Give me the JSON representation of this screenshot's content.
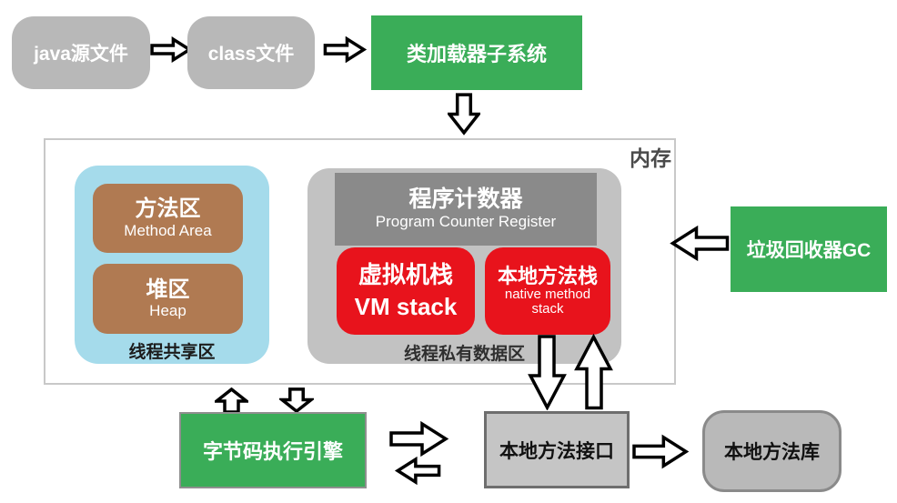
{
  "flow": {
    "java_source": "java源文件",
    "class_file": "class文件",
    "class_loader": "类加载器子系统",
    "gc": "垃圾回收器GC",
    "engine": "字节码执行引擎",
    "native_interface": "本地方法接口",
    "native_library": "本地方法库"
  },
  "memory": {
    "title": "内存",
    "shared": {
      "label": "线程共享区",
      "method_area_zh": "方法区",
      "method_area_en": "Method Area",
      "heap_zh": "堆区",
      "heap_en": "Heap"
    },
    "private": {
      "label": "线程私有数据区",
      "pc_zh": "程序计数器",
      "pc_en": "Program Counter Register",
      "vm_stack_zh": "虚拟机栈",
      "vm_stack_en": "VM stack",
      "native_stack_zh": "本地方法栈",
      "native_stack_en1": "native method",
      "native_stack_en2": "stack"
    }
  },
  "colors": {
    "green": "#3aad58",
    "red": "#e8131c",
    "brown": "#b07a52",
    "light_blue": "#a5dbeb",
    "gray_box": "#b8b8b8",
    "pc_gray": "#8a8a8a",
    "container_gray": "#c2c2c2"
  }
}
